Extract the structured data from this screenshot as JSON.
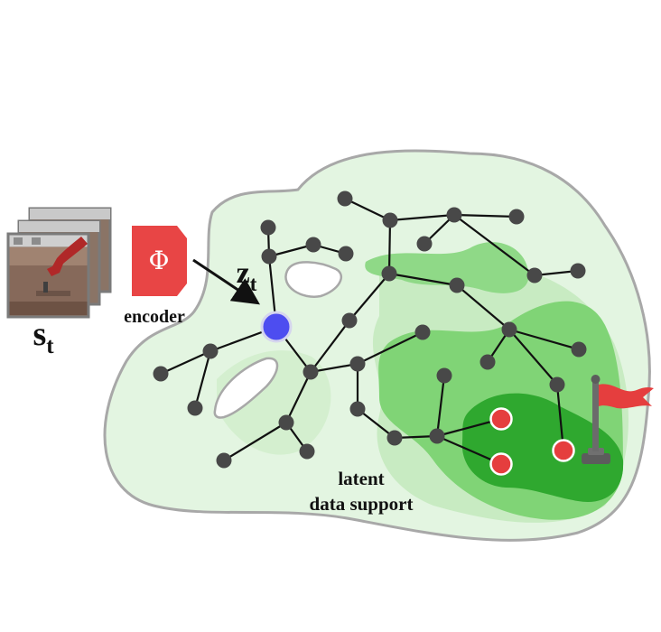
{
  "labels": {
    "state": "s",
    "state_sub": "t",
    "latent": "z",
    "latent_sub": "t",
    "encoder_symbol": "Φ",
    "encoder": "encoder",
    "support_line1": "latent",
    "support_line2": "data support"
  },
  "colors": {
    "region_outer": "#e3f5e1",
    "region_mid": "#c8ebc2",
    "region_light": "#a5dd9c",
    "region_core": "#2fa82f",
    "node": "#484848",
    "current_node": "#4d4df0",
    "goal_node": "#e53e3e",
    "encoder": "#e84545",
    "flag": "#e53e3e"
  },
  "icons": [
    "robot-frame-icon",
    "flag-icon"
  ]
}
